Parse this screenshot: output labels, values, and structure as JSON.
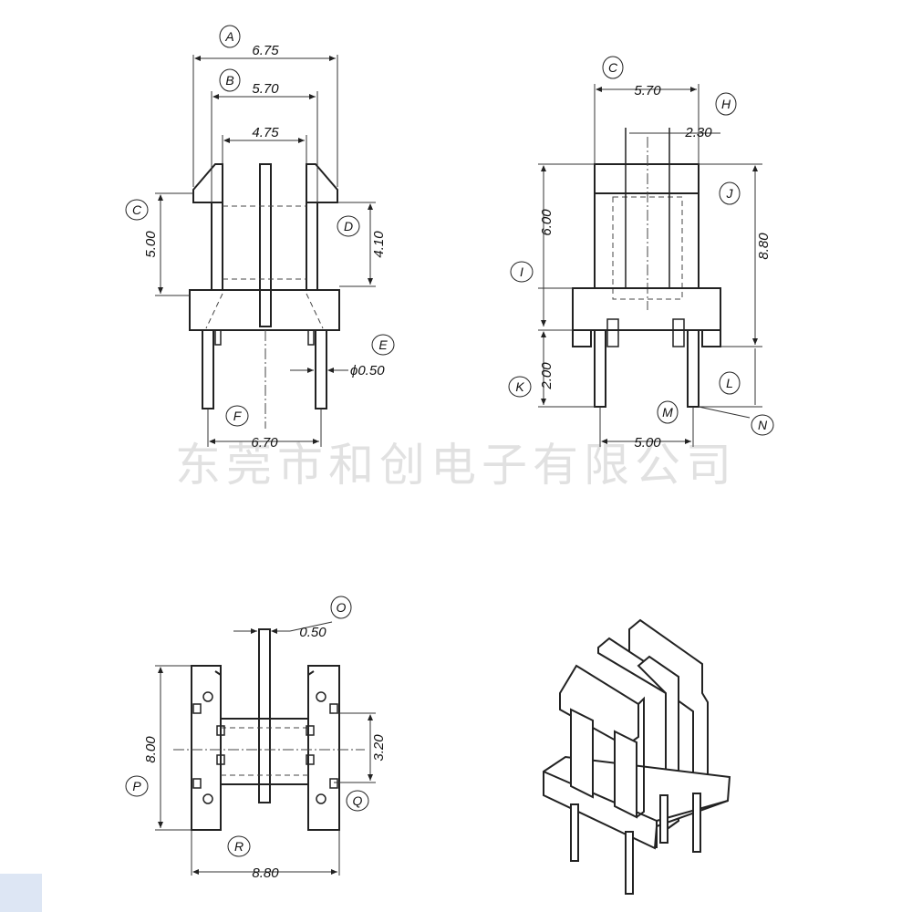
{
  "watermark": "东莞市和创电子有限公司",
  "labels": {
    "A": "A",
    "B": "B",
    "C1": "C",
    "D": "D",
    "E": "E",
    "F": "F",
    "C2": "C",
    "H": "H",
    "J": "J",
    "I": "I",
    "K": "K",
    "L": "L",
    "M": "M",
    "N": "N",
    "O": "O",
    "P": "P",
    "Q": "Q",
    "R": "R"
  },
  "dims": {
    "A": "6.75",
    "B": "5.70",
    "C1": "5.00",
    "D": "4.10",
    "E": "ϕ0.50",
    "F": "6.70",
    "C2": "5.70",
    "H": "2.30",
    "J": "8.80",
    "I": "6.00",
    "K": "2.00",
    "M": "5.00",
    "O": "0.50",
    "P": "8.00",
    "Q": "3.20",
    "R": "8.80",
    "inner": "4.75"
  }
}
